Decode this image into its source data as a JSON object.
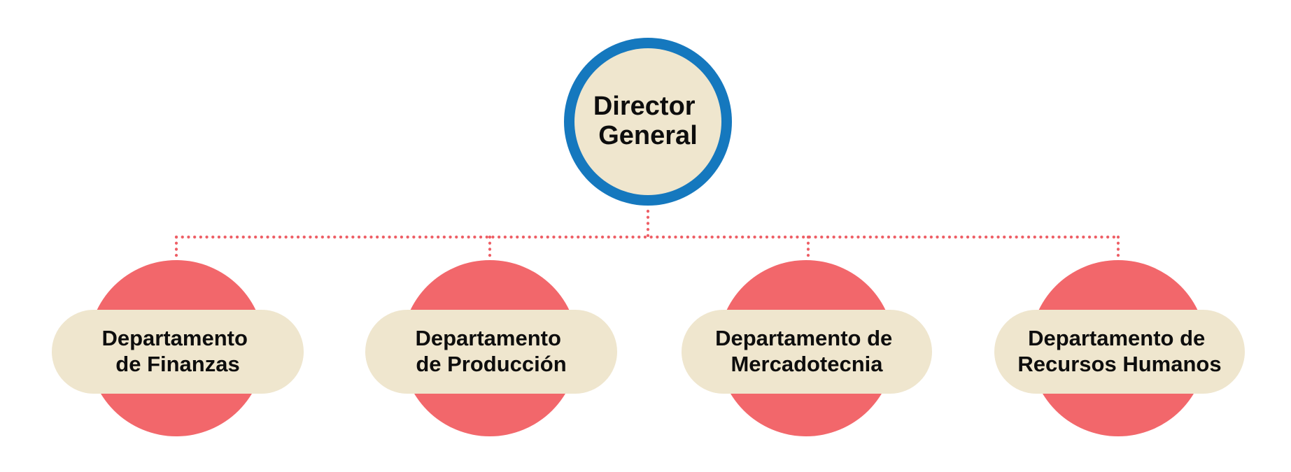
{
  "colors": {
    "background": "#ffffff",
    "root_ring": "#1578be",
    "node_fill": "#efe6ce",
    "department_circle": "#f2676b",
    "connector": "#ee5f66",
    "text": "#0d0d0d"
  },
  "root": {
    "line1": "Director",
    "line2": "General"
  },
  "departments": [
    {
      "line1": "Departamento",
      "line2": "de Finanzas"
    },
    {
      "line1": "Departamento",
      "line2": "de Producción"
    },
    {
      "line1": "Departamento de",
      "line2": "Mercadotecnia"
    },
    {
      "line1": "Departamento de",
      "line2": "Recursos Humanos"
    }
  ]
}
